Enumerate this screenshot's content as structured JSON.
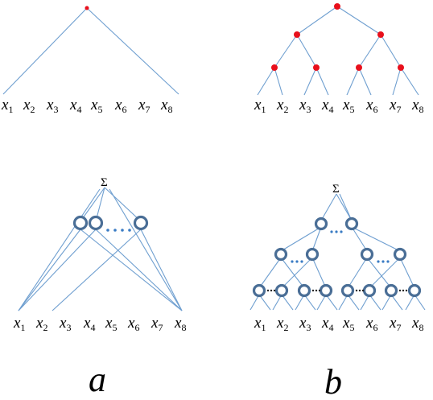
{
  "panel_a": {
    "leaves": [
      "x1",
      "x2",
      "x3",
      "x4",
      "x5",
      "x6",
      "x7",
      "x8"
    ],
    "leaf_base": "x",
    "leaf_indices": [
      "1",
      "2",
      "3",
      "4",
      "5",
      "6",
      "7",
      "8"
    ],
    "sum_symbol": "Σ",
    "caption": "a"
  },
  "panel_b": {
    "leaves": [
      "x1",
      "x2",
      "x3",
      "x4",
      "x5",
      "x6",
      "x7",
      "x8"
    ],
    "leaf_base": "x",
    "leaf_indices": [
      "1",
      "2",
      "3",
      "4",
      "5",
      "6",
      "7",
      "8"
    ],
    "sum_symbol": "Σ",
    "caption": "b"
  },
  "colors": {
    "edge": "#6f9fd0",
    "node_red": "#e8101c",
    "ring_stroke": "#4a6e96"
  }
}
